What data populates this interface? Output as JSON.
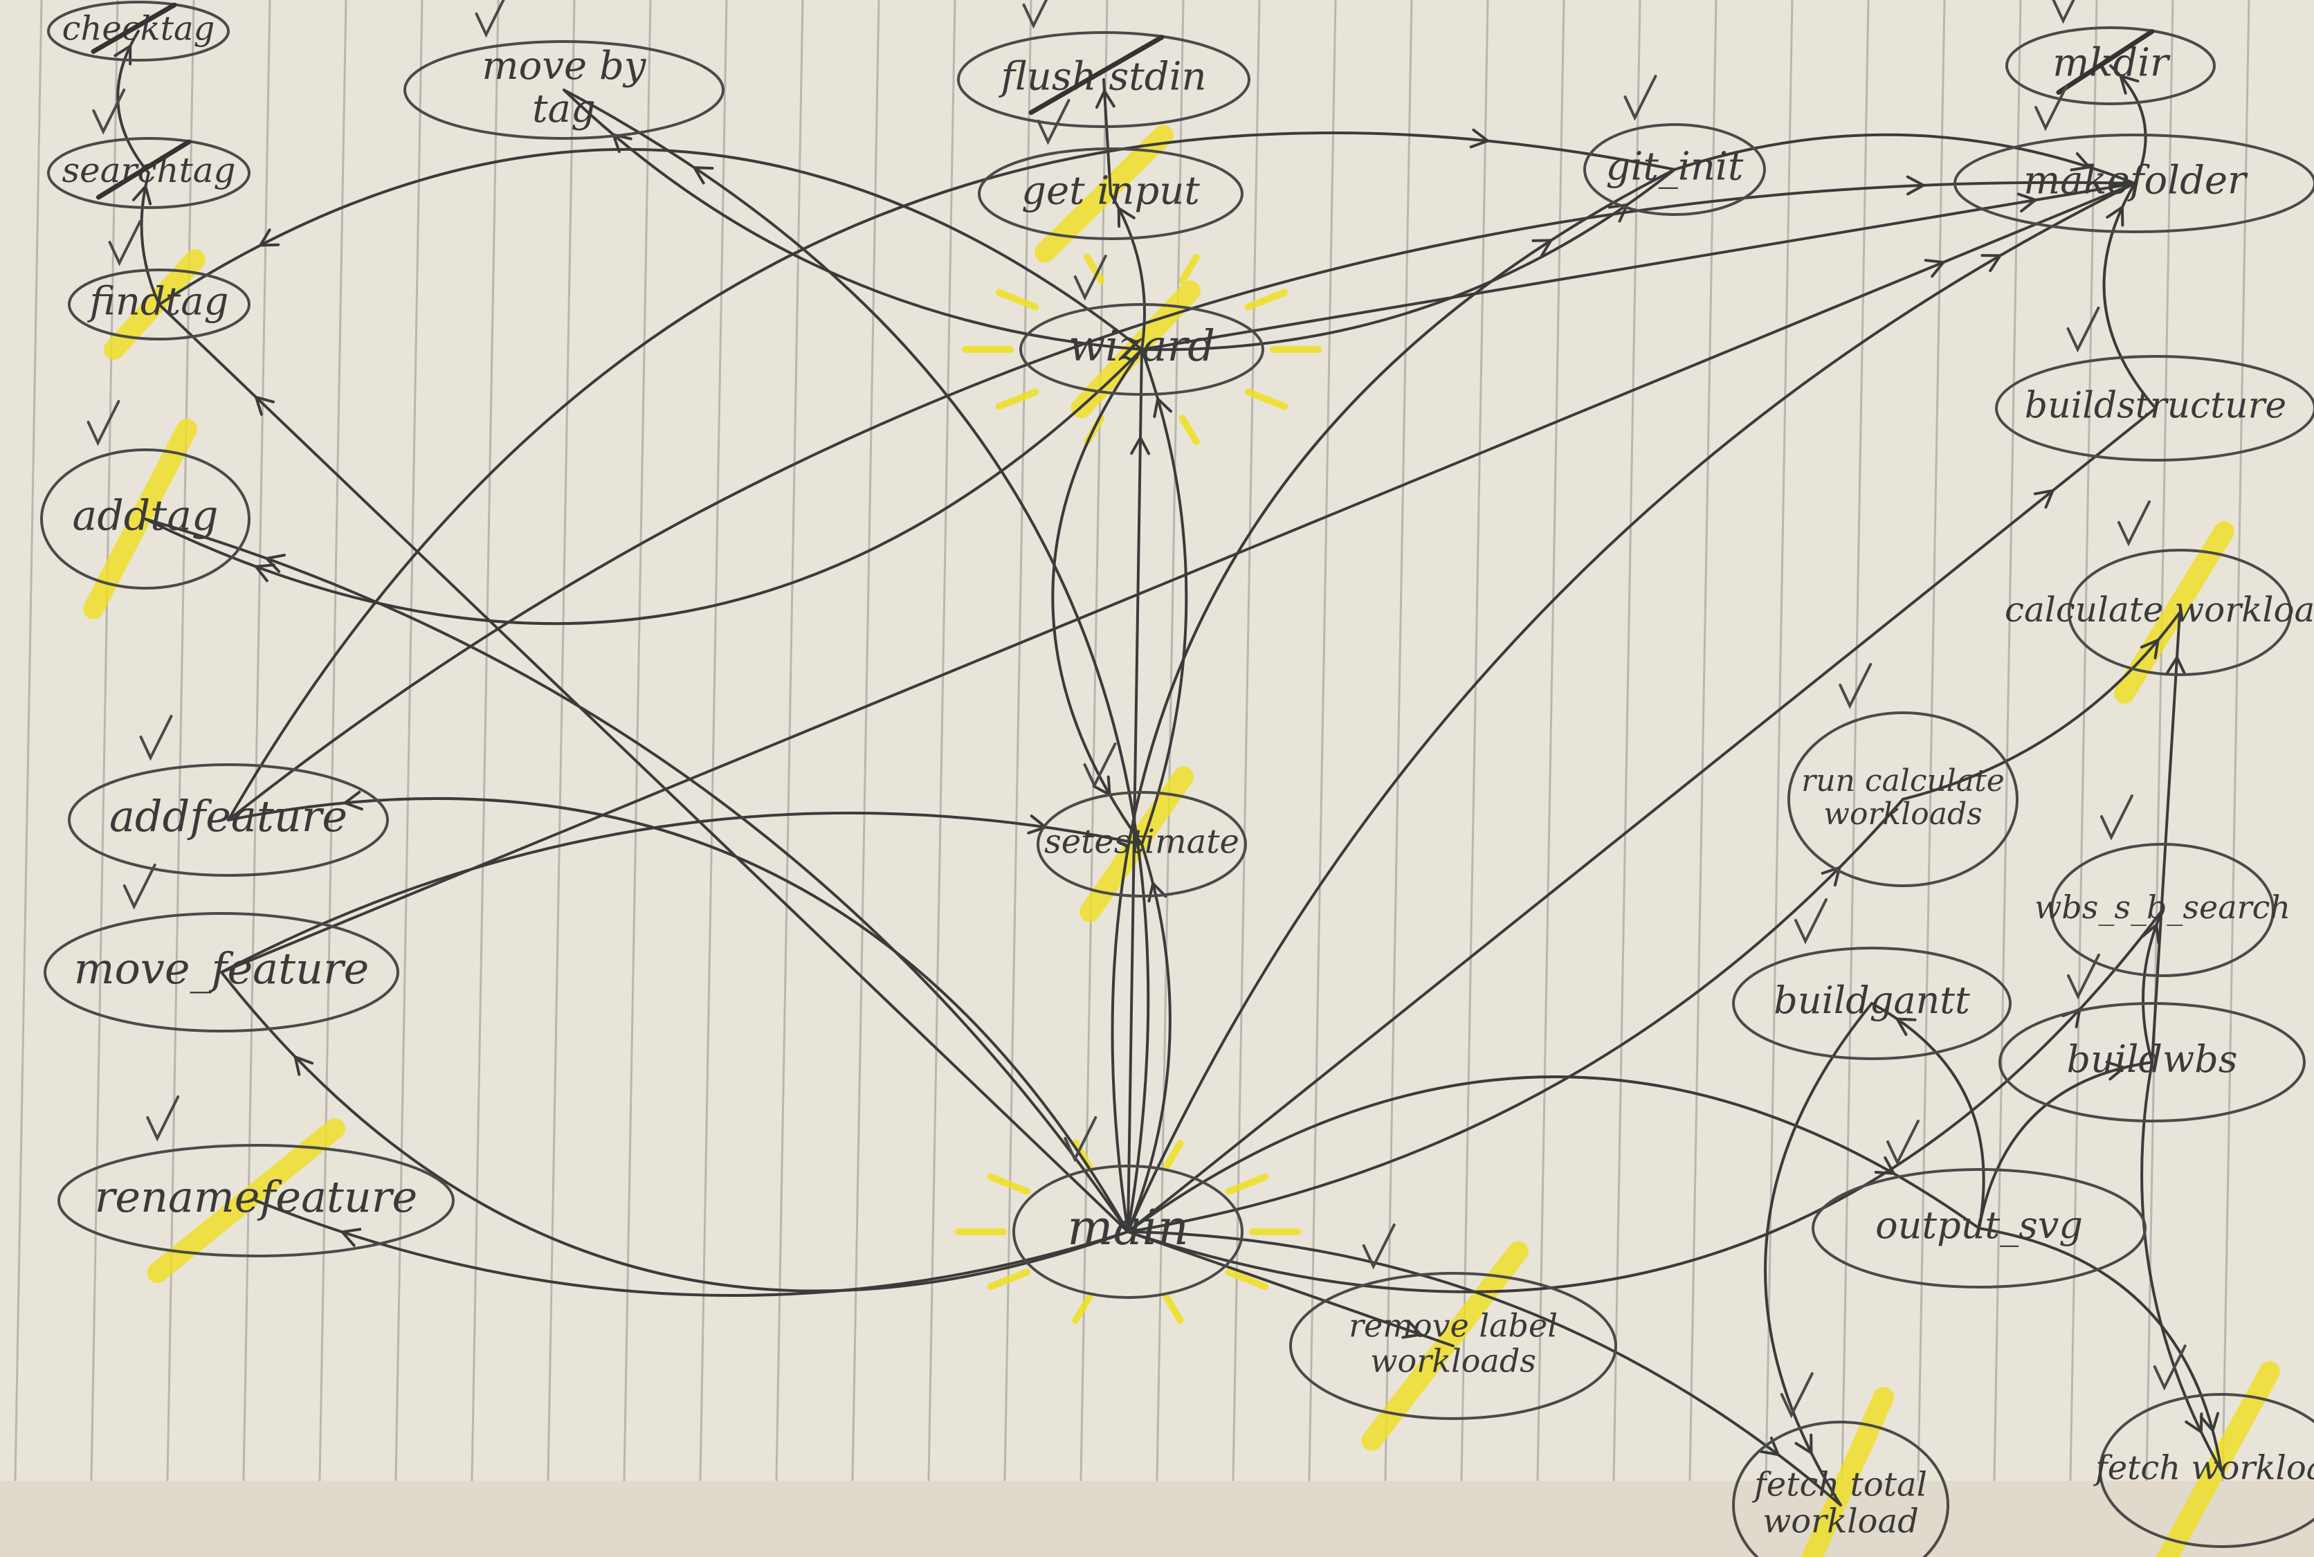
{
  "diagram": {
    "nodes": [
      {
        "id": "checktag",
        "label": "checktag",
        "crossed": true
      },
      {
        "id": "searchtag",
        "label": "searchtag",
        "crossed": true
      },
      {
        "id": "findtag",
        "label": "findtag",
        "crossed": false
      },
      {
        "id": "addtag",
        "label": "addtag",
        "crossed": false
      },
      {
        "id": "addfeature",
        "label": "addfeature",
        "crossed": false
      },
      {
        "id": "movefeature",
        "label": "move_feature",
        "crossed": false
      },
      {
        "id": "renamefeature",
        "label": "renamefeature",
        "crossed": false
      },
      {
        "id": "movebytag",
        "label": "move by tag",
        "crossed": false
      },
      {
        "id": "flushstdin",
        "label": "flush stdin",
        "crossed": true
      },
      {
        "id": "getinput",
        "label": "get input",
        "crossed": false
      },
      {
        "id": "wizard",
        "label": "wizard",
        "crossed": false
      },
      {
        "id": "gitinit",
        "label": "git_init",
        "crossed": false
      },
      {
        "id": "mkdir",
        "label": "mkdir",
        "crossed": true
      },
      {
        "id": "makefolder",
        "label": "makefolder",
        "crossed": false
      },
      {
        "id": "buildstructure",
        "label": "buildstructure",
        "crossed": false
      },
      {
        "id": "calculateworkloads",
        "label": "calculate workloads",
        "crossed": false
      },
      {
        "id": "runcalculateworkloads",
        "label": "run calculate workloads",
        "crossed": false
      },
      {
        "id": "setestimate",
        "label": "setestimate",
        "crossed": false
      },
      {
        "id": "wbssbsearch",
        "label": "wbs_s_b_search",
        "crossed": false
      },
      {
        "id": "buildgantt",
        "label": "buildgantt",
        "crossed": false
      },
      {
        "id": "buildwbs",
        "label": "buildwbs",
        "crossed": false
      },
      {
        "id": "outputsvg",
        "label": "output_svg",
        "crossed": false
      },
      {
        "id": "main",
        "label": "main",
        "crossed": false
      },
      {
        "id": "removelabelworkloads",
        "label": "remove label workloads",
        "crossed": false
      },
      {
        "id": "fetchtotalworkload",
        "label": "fetch total workload",
        "crossed": false
      },
      {
        "id": "fetchworkload",
        "label": "fetch workload",
        "crossed": false
      }
    ],
    "edges": [
      [
        "searchtag",
        "checktag"
      ],
      [
        "findtag",
        "searchtag"
      ],
      [
        "getinput",
        "flushstdin"
      ],
      [
        "wizard",
        "getinput"
      ],
      [
        "makefolder",
        "mkdir"
      ],
      [
        "buildstructure",
        "makefolder"
      ],
      [
        "gitinit",
        "makefolder"
      ],
      [
        "wizard",
        "makefolder"
      ],
      [
        "wizard",
        "gitinit"
      ],
      [
        "wizard",
        "findtag"
      ],
      [
        "wizard",
        "addtag"
      ],
      [
        "wizard",
        "movebytag"
      ],
      [
        "main",
        "wizard"
      ],
      [
        "main",
        "setestimate"
      ],
      [
        "main",
        "addfeature"
      ],
      [
        "main",
        "movefeature"
      ],
      [
        "main",
        "renamefeature"
      ],
      [
        "main",
        "findtag"
      ],
      [
        "main",
        "addtag"
      ],
      [
        "main",
        "movebytag"
      ],
      [
        "main",
        "gitinit"
      ],
      [
        "main",
        "makefolder"
      ],
      [
        "main",
        "buildstructure"
      ],
      [
        "main",
        "runcalculateworkloads"
      ],
      [
        "main",
        "wbssbsearch"
      ],
      [
        "main",
        "outputsvg"
      ],
      [
        "main",
        "fetchtotalworkload"
      ],
      [
        "main",
        "removelabelworkloads"
      ],
      [
        "runcalculateworkloads",
        "calculateworkloads"
      ],
      [
        "outputsvg",
        "buildgantt"
      ],
      [
        "outputsvg",
        "buildwbs"
      ],
      [
        "buildwbs",
        "wbssbsearch"
      ],
      [
        "buildwbs",
        "calculateworkloads"
      ],
      [
        "buildwbs",
        "fetchworkload"
      ],
      [
        "buildgantt",
        "fetchtotalworkload"
      ],
      [
        "outputsvg",
        "fetchworkload"
      ],
      [
        "addfeature",
        "makefolder"
      ],
      [
        "movefeature",
        "makefolder"
      ],
      [
        "setestimate",
        "wizard"
      ],
      [
        "wizard",
        "setestimate"
      ],
      [
        "addfeature",
        "gitinit"
      ],
      [
        "movefeature",
        "setestimate"
      ]
    ]
  }
}
